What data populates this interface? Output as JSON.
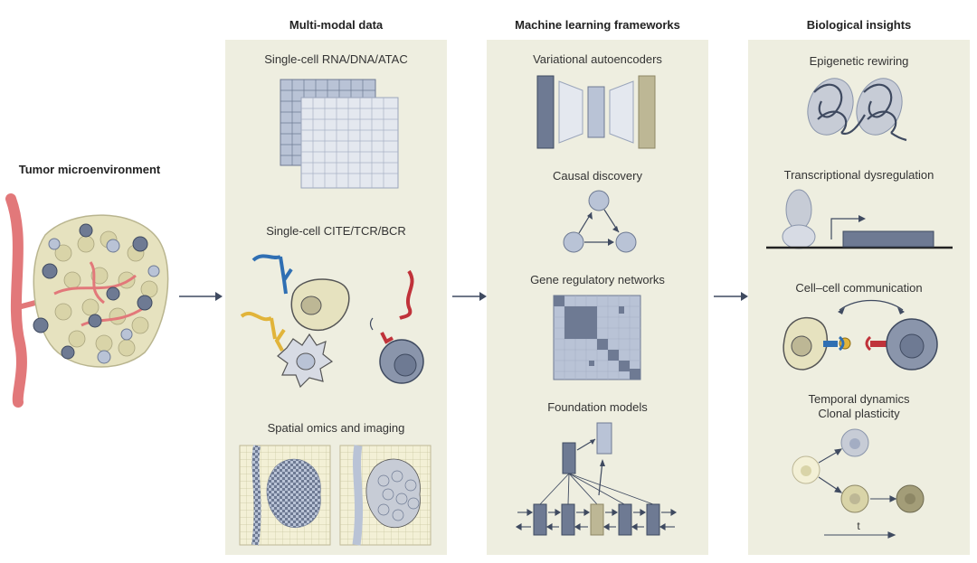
{
  "left": {
    "title": "Tumor microenvironment"
  },
  "columns": [
    {
      "title": "Multi-modal data",
      "items": [
        "Single-cell RNA/DNA/ATAC",
        "Single-cell CITE/TCR/BCR",
        "Spatial omics and imaging"
      ]
    },
    {
      "title": "Machine learning frameworks",
      "items": [
        "Variational autoencoders",
        "Causal discovery",
        "Gene regulatory networks",
        "Foundation models"
      ]
    },
    {
      "title": "Biological insights",
      "items": [
        "Epigenetic rewiring",
        "Transcriptional dysregulation",
        "Cell–cell communication",
        "Temporal dynamics",
        "Clonal plasticity"
      ]
    }
  ],
  "time_axis_label": "t",
  "colors": {
    "panel": "#eeeee0",
    "slate": "#6e7a93",
    "light_slate": "#b9c3d6",
    "khaki": "#bdb795",
    "cell": "#e6e2bf",
    "vessel": "#e2787a",
    "receptor_blue": "#2f6fb3",
    "ligand_yellow": "#e1b43a",
    "red": "#c0323a"
  }
}
